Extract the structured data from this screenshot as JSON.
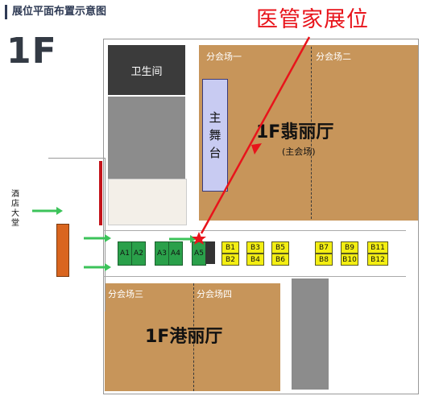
{
  "header": {
    "title": "展位平面布置示意图"
  },
  "floor_label": "1F",
  "annotation": {
    "text": "医管家展位",
    "color": "#e8141b"
  },
  "rooms": {
    "restroom": "卫生间",
    "stage": [
      "主",
      "舞",
      "台"
    ],
    "lobby": [
      "酒",
      "店",
      "大",
      "堂"
    ]
  },
  "halls": {
    "fei_li": {
      "name": "1F翡丽厅",
      "sub": "(主会场)",
      "sections": [
        "分会场一",
        "分会场二"
      ]
    },
    "gang_li": {
      "name": "1F港丽厅",
      "sections": [
        "分会场三",
        "分会场四"
      ]
    }
  },
  "booths": {
    "green": [
      "A1",
      "A2",
      "A3",
      "A4",
      "A5"
    ],
    "yellow_top": [
      "B1",
      "B3",
      "B5",
      "B7",
      "B9",
      "B11"
    ],
    "yellow_bottom": [
      "B2",
      "B4",
      "B6",
      "B8",
      "B10",
      "B12"
    ]
  },
  "colors": {
    "hall": "#c7955a",
    "booth_green": "#2aa04a",
    "booth_yellow": "#f3ee12",
    "stage": "#c8cbf2",
    "marker": "#e8141b",
    "arrow": "#3cc35a"
  }
}
